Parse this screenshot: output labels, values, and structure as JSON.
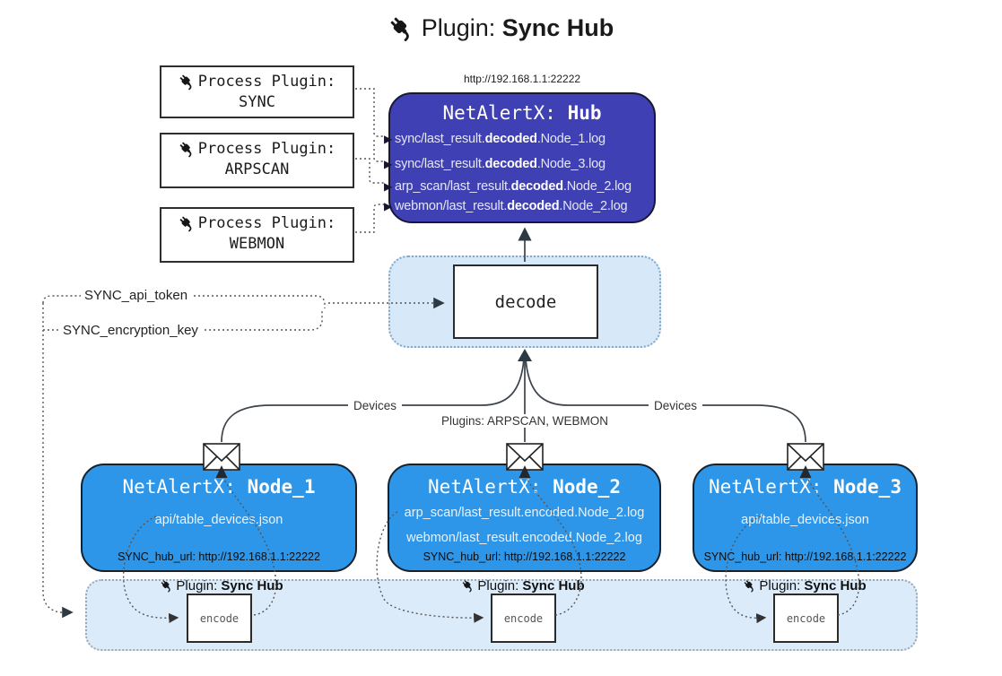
{
  "title": {
    "prefix": "Plugin: ",
    "bold": "Sync Hub"
  },
  "hub": {
    "url": "http://192.168.1.1:22222",
    "title_prefix": "NetAlertX: ",
    "title_bold": "Hub",
    "lines": [
      {
        "prefix": "sync/last_result.",
        "bold": "decoded",
        "suffix": ".Node_1.log"
      },
      {
        "prefix": "sync/last_result.",
        "bold": "decoded",
        "suffix": ".Node_3.log"
      },
      {
        "prefix": "arp_scan/last_result.",
        "bold": "decoded",
        "suffix": ".Node_2.log"
      },
      {
        "prefix": "webmon/last_result.",
        "bold": "decoded",
        "suffix": ".Node_2.log"
      }
    ]
  },
  "process_plugins": [
    {
      "label": "Process Plugin:",
      "name": "SYNC"
    },
    {
      "label": "Process Plugin:",
      "name": "ARPSCAN"
    },
    {
      "label": "Process Plugin:",
      "name": "WEBMON"
    }
  ],
  "settings": {
    "api_token": "SYNC_api_token",
    "encryption_key": "SYNC_encryption_key"
  },
  "decode_box": {
    "label": "decode"
  },
  "flow_labels": {
    "devices_left": "Devices",
    "center": "Plugins: ARPSCAN, WEBMON",
    "devices_right": "Devices"
  },
  "nodes": [
    {
      "title_prefix": "NetAlertX: ",
      "title_bold": "Node_1",
      "files": [
        "api/table_devices.json"
      ],
      "hub_url": "SYNC_hub_url: http://192.168.1.1:22222"
    },
    {
      "title_prefix": "NetAlertX: ",
      "title_bold": "Node_2",
      "files": [
        "arp_scan/last_result.encoded.Node_2.log",
        "webmon/last_result.encoded.Node_2.log"
      ],
      "hub_url": "SYNC_hub_url: http://192.168.1.1:22222"
    },
    {
      "title_prefix": "NetAlertX: ",
      "title_bold": "Node_3",
      "files": [
        "api/table_devices.json"
      ],
      "hub_url": "SYNC_hub_url: http://192.168.1.1:22222"
    }
  ],
  "encode_plugins": [
    {
      "label_prefix": "Plugin: ",
      "label_bold": "Sync Hub",
      "box_label": "encode"
    },
    {
      "label_prefix": "Plugin: ",
      "label_bold": "Sync Hub",
      "box_label": "encode"
    },
    {
      "label_prefix": "Plugin: ",
      "label_bold": "Sync Hub",
      "box_label": "encode"
    }
  ],
  "colors": {
    "hub_fill": "#3f40b4",
    "node_fill": "#2e96e8",
    "container_fill": "#d7e8f9",
    "band_fill": "#dcebfa",
    "line": "#3c434a",
    "light_text": "#e9f2fc"
  }
}
